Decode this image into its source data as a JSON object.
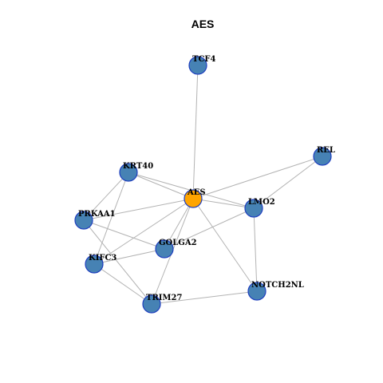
{
  "title": "AES",
  "colors": {
    "center": "#FFA500",
    "node": "#4682B4",
    "border": "#1F3FBF",
    "edge": "#B3B3B3"
  },
  "nodes": [
    {
      "id": "TCF4",
      "label": "TCF4",
      "kind": "node"
    },
    {
      "id": "REL",
      "label": "REL",
      "kind": "node"
    },
    {
      "id": "KRT40",
      "label": "KRT40",
      "kind": "node"
    },
    {
      "id": "AES",
      "label": "AES",
      "kind": "center"
    },
    {
      "id": "LMO2",
      "label": "LMO2",
      "kind": "node"
    },
    {
      "id": "PRKAA1",
      "label": "PRKAA1",
      "kind": "node"
    },
    {
      "id": "GOLGA2",
      "label": "GOLGA2",
      "kind": "node"
    },
    {
      "id": "KIFC3",
      "label": "KIFC3",
      "kind": "node"
    },
    {
      "id": "NOTCH2NL",
      "label": "NOTCH2NL",
      "kind": "node"
    },
    {
      "id": "TRIM27",
      "label": "TRIM27",
      "kind": "node"
    }
  ],
  "edges": [
    [
      "AES",
      "TCF4"
    ],
    [
      "AES",
      "REL"
    ],
    [
      "AES",
      "KRT40"
    ],
    [
      "AES",
      "LMO2"
    ],
    [
      "AES",
      "PRKAA1"
    ],
    [
      "AES",
      "GOLGA2"
    ],
    [
      "AES",
      "KIFC3"
    ],
    [
      "AES",
      "NOTCH2NL"
    ],
    [
      "AES",
      "TRIM27"
    ],
    [
      "REL",
      "LMO2"
    ],
    [
      "KRT40",
      "LMO2"
    ],
    [
      "KRT40",
      "PRKAA1"
    ],
    [
      "KRT40",
      "KIFC3"
    ],
    [
      "PRKAA1",
      "GOLGA2"
    ],
    [
      "PRKAA1",
      "TRIM27"
    ],
    [
      "KIFC3",
      "GOLGA2"
    ],
    [
      "KIFC3",
      "TRIM27"
    ],
    [
      "GOLGA2",
      "LMO2"
    ],
    [
      "LMO2",
      "NOTCH2NL"
    ],
    [
      "TRIM27",
      "NOTCH2NL"
    ]
  ]
}
